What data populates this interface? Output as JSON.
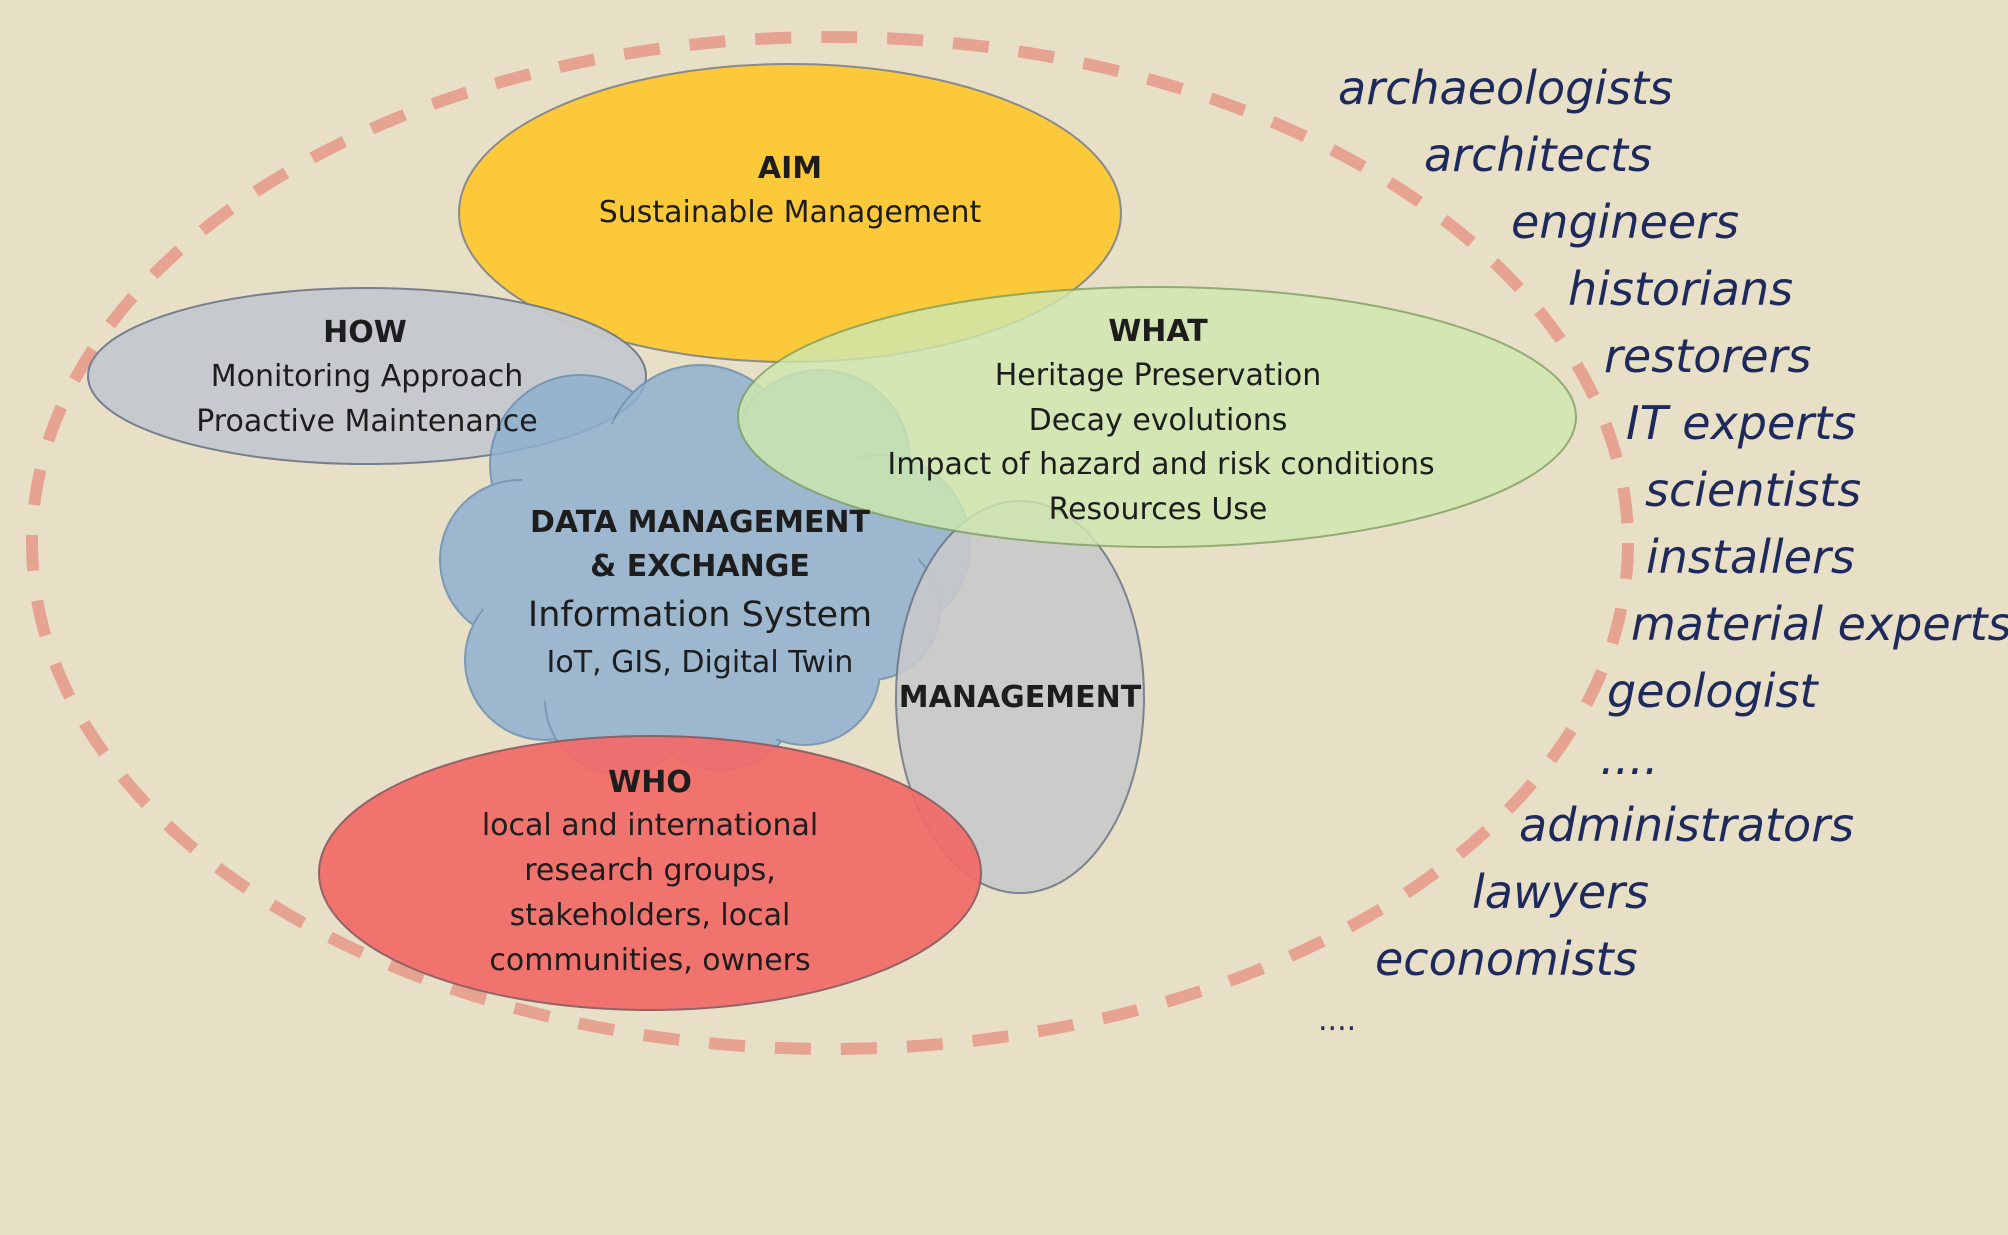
{
  "colors": {
    "background": "#e8dfc7",
    "dashed_outline": "#e6a392",
    "aim_fill": "#fbc93a",
    "how_fill": "#c5c9cf",
    "what_fill": "#cfe8b0",
    "data_fill": "#8fb1d0",
    "management_fill": "#c8c9cb",
    "who_fill": "#f26b68",
    "roles_text": "#1f2a5c"
  },
  "aim": {
    "title": "AIM",
    "text": "Sustainable Management"
  },
  "how": {
    "title": "HOW",
    "lines": [
      "Monitoring Approach",
      "Proactive Maintenance"
    ]
  },
  "what": {
    "title": "WHAT",
    "lines": [
      "Heritage Preservation",
      "Decay evolutions",
      "Impact of hazard and risk conditions",
      "Resources Use"
    ]
  },
  "data_management": {
    "title_lines": [
      "DATA MANAGEMENT",
      "& EXCHANGE"
    ],
    "subtitle": "Information System",
    "detail": "IoT, GIS, Digital Twin"
  },
  "management": {
    "title": "MANAGEMENT"
  },
  "who": {
    "title": "WHO",
    "lines": [
      "local and international",
      "research groups,",
      "stakeholders, local",
      "communities, owners"
    ]
  },
  "roles": [
    "archaeologists",
    "architects",
    "engineers",
    "historians",
    "restorers",
    "IT experts",
    "scientists",
    "installers",
    "material experts",
    "geologist",
    "....",
    "administrators",
    "lawyers",
    "economists"
  ],
  "trailing_dots": "...."
}
